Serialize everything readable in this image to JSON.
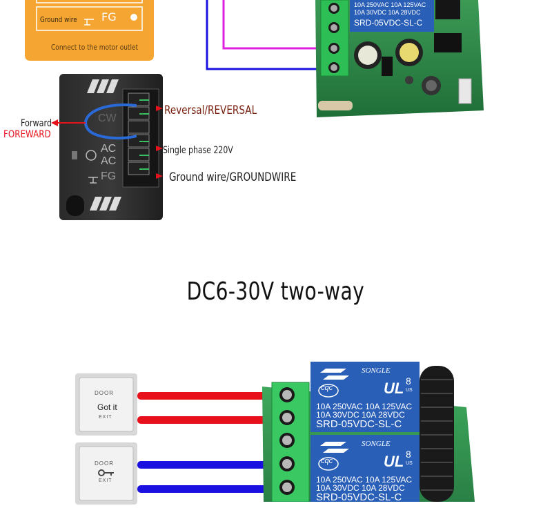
{
  "top_panel": {
    "ground_label": "Ground wire",
    "fg": "FG",
    "connect_note": "Connect to the motor outlet"
  },
  "motor_module": {
    "forward": "Forward",
    "foreward": "FOREWARD",
    "reversal": "Reversal/REVERSAL",
    "single_phase": "Single phase 220V",
    "ground": "Ground wire/GROUNDWIRE",
    "cw": "CW",
    "ac1": "AC",
    "ac2": "AC",
    "fg": "FG"
  },
  "relay_top": {
    "rating1": "10A 250VAC  10A 125VAC",
    "rating2": "10A 30VDC  10A 28VDC",
    "model": "SRD-05VDC-SL-C"
  },
  "section_title": "DC6-30V two-way",
  "bottom": {
    "door_label": "DOOR",
    "exit_label": "EXIT",
    "got_it": "Got it",
    "songle": "SONGLE",
    "cqc": "cqc",
    "ul": "UL",
    "us": "US",
    "eight": "8",
    "rating1": "10A 250VAC  10A 125VAC",
    "rating2": "10A 30VDC  10A 28VDC",
    "model": "SRD-05VDC-SL-C"
  },
  "colors": {
    "orange": "#f5a531",
    "red": "#e8101a",
    "blue": "#1a10e0",
    "magenta": "#e020e0",
    "relay_blue": "#2a5fb8",
    "pcb_green": "#2f8a4a"
  }
}
